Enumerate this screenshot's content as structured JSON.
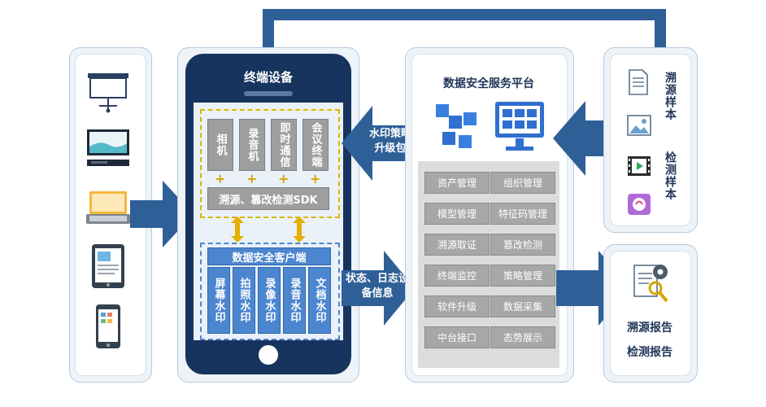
{
  "terminal": {
    "title": "终端设备",
    "apps": [
      "相机",
      "录音机",
      "即时通信",
      "会议终端"
    ],
    "sdk_label": "溯源、篡改检测SDK",
    "client_title": "数据安全客户端",
    "watermarks": [
      "屏幕水印",
      "拍照水印",
      "录像水印",
      "录音水印",
      "文档水印"
    ]
  },
  "arrows": {
    "policy_label": "水印策略升级包",
    "status_label": "状态、日志设备信息"
  },
  "platform": {
    "title": "数据安全服务平台",
    "modules": [
      "资产管理",
      "组织管理",
      "模型管理",
      "特征码管理",
      "溯源取证",
      "篡改检测",
      "终端监控",
      "策略管理",
      "软件升级",
      "数据采集",
      "中台接口",
      "态势展示"
    ]
  },
  "samples": {
    "trace_label": "溯源样本",
    "detect_label": "检测样本"
  },
  "reports": {
    "trace_report": "溯源报告",
    "detect_report": "检测报告"
  },
  "colors": {
    "navy": "#17345e",
    "arrow_blue": "#2f5f97",
    "light_blue": "#4c86cf",
    "gray_box": "#9e9e9e",
    "dashed_yellow": "#e0b400",
    "plus_yellow": "#d9a400"
  }
}
